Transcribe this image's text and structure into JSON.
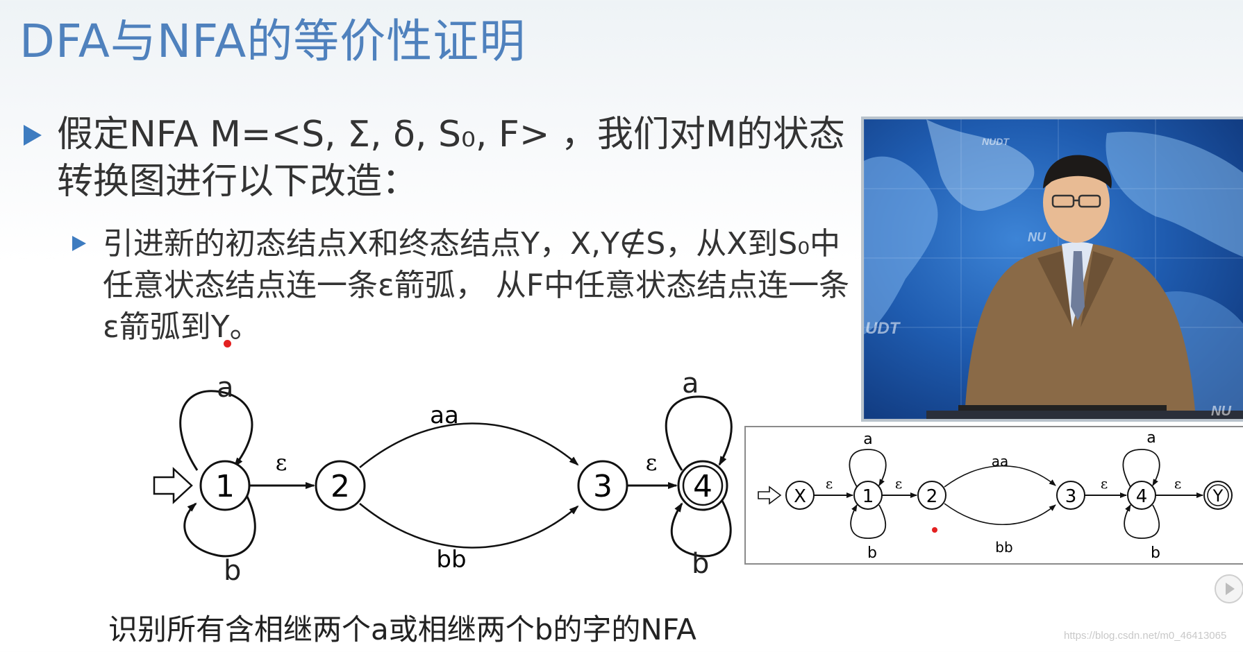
{
  "slide": {
    "title": "DFA与NFA的等价性证明",
    "bullet1": "假定NFA M=<S, Σ, δ, S₀, F> ，我们对M的状态转换图进行以下改造：",
    "bullet2": "引进新的初态结点X和终态结点Y，X,Y∉S，从X到S₀中任意状态结点连一条ε箭弧， 从F中任意状态结点连一条ε箭弧到Y。",
    "caption": "识别所有含相继两个a或相继两个b的字的NFA"
  },
  "main_diagram": {
    "states": [
      "1",
      "2",
      "3",
      "4"
    ],
    "labels": {
      "loop1_top": "a",
      "loop1_bottom": "b",
      "eps_1_2": "ε",
      "edge_2_3_top": "aa",
      "edge_2_3_bottom": "bb",
      "eps_3_4": "ε",
      "loop4_top": "a",
      "loop4_bottom": "b"
    }
  },
  "transformed_diagram": {
    "states": [
      "X",
      "1",
      "2",
      "3",
      "4",
      "Y"
    ],
    "labels": {
      "eps_x_1": "ε",
      "loop1_top": "a",
      "loop1_bottom": "b",
      "eps_1_2": "ε",
      "edge_2_3_top": "aa",
      "edge_2_3_bottom": "bb",
      "eps_3_4": "ε",
      "loop4_top": "a",
      "loop4_bottom": "b",
      "eps_4_y": "ε"
    }
  },
  "video": {
    "watermark_1": "NUDT",
    "watermark_2": "NU",
    "watermark_3": "UDT",
    "watermark_4": "NU"
  },
  "footer": {
    "watermark": "https://blog.csdn.net/m0_46413065"
  },
  "colors": {
    "title": "#4f81bd",
    "bullet_marker": "#3e7cc0",
    "video_bg": "#1f5cb0",
    "pointer_dot": "#e32020"
  }
}
